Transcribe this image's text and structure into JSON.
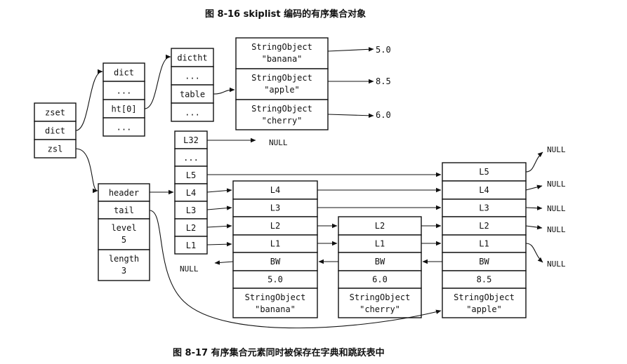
{
  "captions": {
    "top": "图 8-16   skiplist 编码的有序集合对象",
    "bottom": "图 8-17   有序集合元素同时被保存在字典和跳跃表中"
  },
  "zset": {
    "cells": [
      "zset",
      "dict",
      "zsl"
    ]
  },
  "dict": {
    "cells": [
      "dict",
      "...",
      "ht[0]",
      "..."
    ]
  },
  "dictht": {
    "cells": [
      "dictht",
      "...",
      "table",
      "..."
    ]
  },
  "dict_entries": [
    {
      "object_type": "StringObject",
      "member": "\"banana\"",
      "score": "5.0"
    },
    {
      "object_type": "StringObject",
      "member": "\"apple\"",
      "score": "8.5"
    },
    {
      "object_type": "StringObject",
      "member": "\"cherry\"",
      "score": "6.0"
    }
  ],
  "zsl": {
    "header": "header",
    "tail": "tail",
    "level_label": "level",
    "level_value": "5",
    "length_label": "length",
    "length_value": "3"
  },
  "header_node": {
    "levels": [
      "L32",
      "...",
      "L5",
      "L4",
      "L3",
      "L2",
      "L1"
    ]
  },
  "skiplist_nodes": [
    {
      "levels": [
        "L4",
        "L3",
        "L2",
        "L1"
      ],
      "backward": "BW",
      "score": "5.0",
      "object_type": "StringObject",
      "member": "\"banana\""
    },
    {
      "levels": [
        "L2",
        "L1"
      ],
      "backward": "BW",
      "score": "6.0",
      "object_type": "StringObject",
      "member": "\"cherry\""
    },
    {
      "levels": [
        "L5",
        "L4",
        "L3",
        "L2",
        "L1"
      ],
      "backward": "BW",
      "score": "8.5",
      "object_type": "StringObject",
      "member": "\"apple\""
    }
  ],
  "null_labels": {
    "text": "NULL"
  }
}
